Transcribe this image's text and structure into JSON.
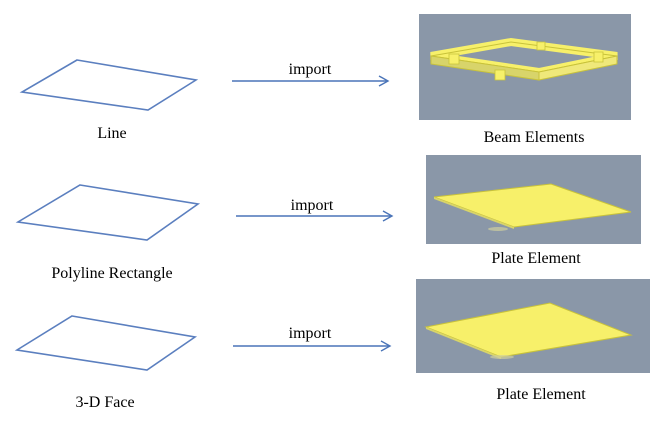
{
  "rows": [
    {
      "input_label": "Line",
      "action_label": "import",
      "output_label": "Beam Elements",
      "output_kind": "beam-frame"
    },
    {
      "input_label": "Polyline Rectangle",
      "action_label": "import",
      "output_label": "Plate Element",
      "output_kind": "plate"
    },
    {
      "input_label": "3-D Face",
      "action_label": "import",
      "output_label": "Plate Element",
      "output_kind": "plate"
    }
  ],
  "colors": {
    "outline": "#5b7fbf",
    "arrow": "#4a74b8",
    "panel_bg": "#8a97a8",
    "element_fill": "#f7f06a",
    "element_edge": "#c8c23a",
    "element_shade": "#d8d46a"
  }
}
